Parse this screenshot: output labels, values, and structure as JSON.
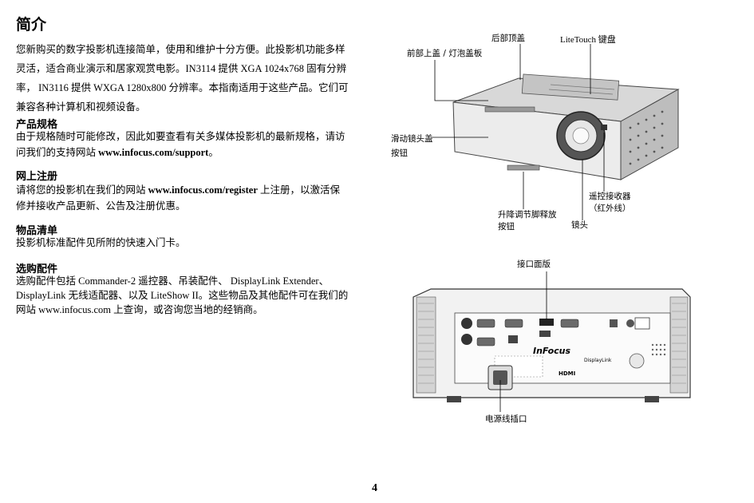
{
  "title": "简介",
  "intro": {
    "line1": "您新购买的数字投影机连接简单，使用和维护十分方便。此投影机功能多样",
    "line2": "灵活，适合商业演示和居家观赏电影。IN3114 提供 XGA 1024x768 固有分辨",
    "line3": "率， IN3116 提供 WXGA 1280x800 分辨率。本指南适用于这些产品。它们可",
    "line4": "兼容各种计算机和视频设备。"
  },
  "specs": {
    "heading": "产品规格",
    "line1": "由于规格随时可能修改，因此如要查看有关多媒体投影机的最新规格，请访",
    "line2_pre": "问我们的支持网站 ",
    "line2_link": "www.infocus.com/support",
    "line2_post": "。"
  },
  "registration": {
    "heading": "网上注册",
    "line1_pre": "请将您的投影机在我们的网站 ",
    "line1_link": "www.infocus.com/register",
    "line1_post": " 上注册，以激活保",
    "line2": "修并接收产品更新、公告及注册优惠。"
  },
  "checklist": {
    "heading": "物品清单",
    "line1": "投影机标准配件见所附的快速入门卡。"
  },
  "accessories": {
    "heading": "选购配件",
    "line1": "选购配件包括 Commander-2 遥控器、吊装配件、 DisplayLink Extender、",
    "line2": "DisplayLink 无线适配器、以及 LiteShow II。这些物品及其他配件可在我们的",
    "line3": "网站 www.infocus.com 上查询，或咨询您当地的经销商。"
  },
  "front_diagram": {
    "top_cover": "后部顶盖",
    "keypad": "LiteTouch 键盘",
    "lamp_cover": "前部上盖 / 灯泡盖板",
    "lens_cover_line1": "滑动镜头盖",
    "lens_cover_line2": "按钮",
    "remote_line1": "遥控接收器",
    "remote_line2": "（红外线）",
    "elevator_line1": "升降调节脚释放",
    "elevator_line2": "按钮",
    "lens": "镜头"
  },
  "rear_diagram": {
    "connector_panel": "接口面版",
    "power_socket": "电源线插口",
    "brand": "InFocus",
    "hdmi": "HDMI",
    "displaylink": "DisplayLink"
  },
  "page_number": "4"
}
